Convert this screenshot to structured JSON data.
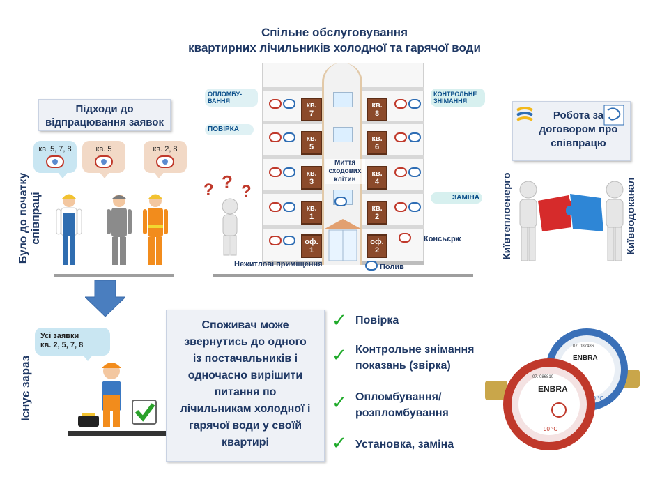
{
  "title": {
    "line1": "Спільне обслуговування",
    "line2": "квартирних лічильників холодної та гарячої води"
  },
  "left": {
    "approaches_box": "Підходи до відпрацювання заявок",
    "bubbles": [
      "кв. 5, 7, 8",
      "кв. 5",
      "кв. 2, 8"
    ],
    "vertical_before": "Було до початку співпраці",
    "vertical_now": "Існує зараз",
    "now_bubble_line1": "Усі заявки",
    "now_bubble_line2": "кв. 2, 5, 7, 8"
  },
  "building": {
    "tags": {
      "seal": "ОПЛОМБУ-ВАННЯ",
      "verify": "ПОВІРКА",
      "control": "КОНТРОЛЬНЕ ЗНІМАННЯ",
      "replace": "ЗАМІНА"
    },
    "doors_left": [
      {
        "l1": "кв.",
        "l2": "7"
      },
      {
        "l1": "кв.",
        "l2": "5"
      },
      {
        "l1": "кв.",
        "l2": "3"
      },
      {
        "l1": "кв.",
        "l2": "1"
      },
      {
        "l1": "оф.",
        "l2": "1"
      }
    ],
    "doors_right": [
      {
        "l1": "кв.",
        "l2": "8"
      },
      {
        "l1": "кв.",
        "l2": "6"
      },
      {
        "l1": "кв.",
        "l2": "4"
      },
      {
        "l1": "кв.",
        "l2": "2"
      },
      {
        "l1": "оф.",
        "l2": "2"
      }
    ],
    "stairs_label": "Миття сходових клітин",
    "concierge": "Консьєрж",
    "nonresidential": "Нежитлові приміщення",
    "watering": "Полив"
  },
  "right": {
    "contract_box": "Робота за договором про співпрацю",
    "company_left": "Київтеплоенерго",
    "company_right": "Київводоканал"
  },
  "consumer_box": "Споживач може звернутись до одного із постачальників і одночасно вирішити питання по лічильникам холодної і гарячої води у своїй квартирі",
  "services": [
    "Повірка",
    "Контрольне знімання показань (звірка)",
    "Опломбування/ розпломбування",
    "Установка, заміна"
  ],
  "meters_image": {
    "brand": "ENBRA",
    "hot_temp": "90 °C",
    "cold_temp": "30 °C",
    "hot_serial": "07. 086810",
    "cold_serial": "07. 087486"
  },
  "colors": {
    "title": "#1f3864",
    "check": "#1faa2a",
    "arrow": "#4a7ebf",
    "bubble_blue": "#c9e6f2",
    "bubble_peach": "#f2d9c6"
  }
}
